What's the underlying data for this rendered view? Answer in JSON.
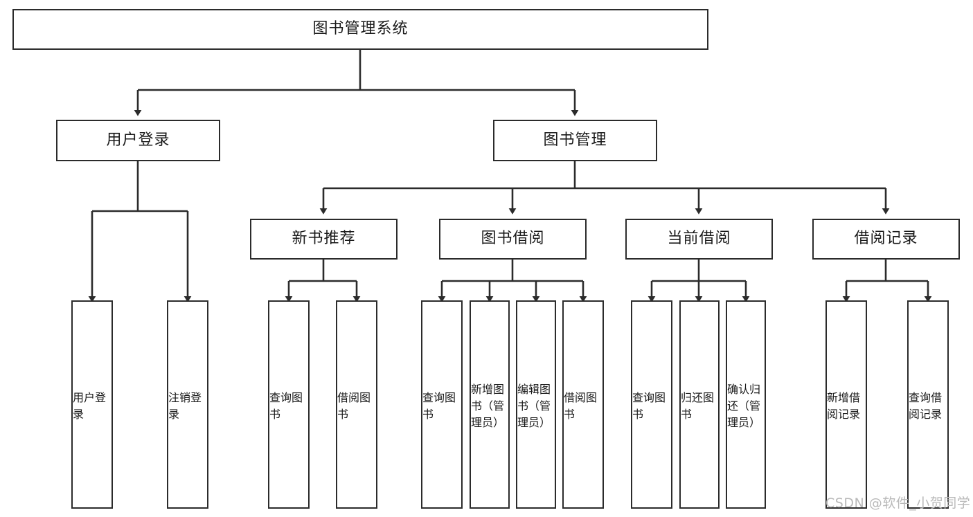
{
  "diagram": {
    "title": "图书管理系统",
    "type": "tree",
    "orientation": "top-down",
    "line_color": "#2b2b2b",
    "box_fill": "#ffffff",
    "text_color": "#1a1a1a",
    "nodes": {
      "root": {
        "label": "图书管理系统"
      },
      "level1": [
        {
          "label": "用户登录"
        },
        {
          "label": "图书管理"
        }
      ],
      "level2": [
        {
          "label": "新书推荐"
        },
        {
          "label": "图书借阅"
        },
        {
          "label": "当前借阅"
        },
        {
          "label": "借阅记录"
        }
      ],
      "leaves_user_login": [
        {
          "label": "用户登录"
        },
        {
          "label": "注销登录"
        }
      ],
      "leaves_new_book": [
        {
          "label": "查询图书"
        },
        {
          "label": "借阅图书"
        }
      ],
      "leaves_borrow": [
        {
          "label": "查询图书"
        },
        {
          "label": "新增图书（管理员）"
        },
        {
          "label": "编辑图书（管理员）"
        },
        {
          "label": "借阅图书"
        }
      ],
      "leaves_current": [
        {
          "label": "查询图书"
        },
        {
          "label": "归还图书"
        },
        {
          "label": "确认归还（管理员）"
        }
      ],
      "leaves_record": [
        {
          "label": "新增借阅记录"
        },
        {
          "label": "查询借阅记录"
        }
      ]
    }
  },
  "watermark": {
    "text": "CSDN @软件_小贺同学",
    "color": "#b9b9b9"
  }
}
